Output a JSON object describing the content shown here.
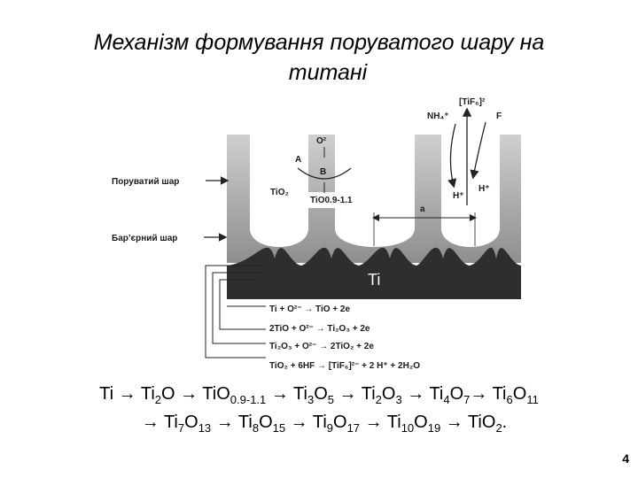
{
  "title": {
    "line1": "Механізм формування поруватого шару на",
    "line2": "титані"
  },
  "diagram": {
    "side_labels": {
      "porous_layer": "Поруватий шар",
      "barrier_layer": "Бар’єрний шар"
    },
    "labels": {
      "o2": "O²",
      "a": "A",
      "b": "B",
      "tio2": "TiO₂",
      "tio": "TiO0.9-1.1",
      "tif6": "[TiF₆]²",
      "nh4": "NH₄⁺",
      "f": "F",
      "h_plus_inner": "H⁺",
      "h_plus_outer": "H⁺",
      "a_width": "a",
      "ti": "Ti"
    },
    "reactions": [
      "Ti + O²⁻ → TiO + 2e",
      "2TiO + O²⁻ → Ti₂O₃ + 2e",
      "Ti₂O₃ + O²⁻ → 2TiO₂ + 2e",
      "TiO₂ + 6HF → [TiF₆]²⁻ + 2 H⁺ + 2H₂O"
    ]
  },
  "equation": {
    "line1": [
      {
        "t": "Ti → Ti"
      },
      {
        "s": "2"
      },
      {
        "t": "O → TiO"
      },
      {
        "s": "0.9-1.1"
      },
      {
        "t": " → Ti"
      },
      {
        "s": "3"
      },
      {
        "t": "O"
      },
      {
        "s": "5"
      },
      {
        "t": " → Ti"
      },
      {
        "s": "2"
      },
      {
        "t": "O"
      },
      {
        "s": "3"
      },
      {
        "t": " → Ti"
      },
      {
        "s": "4"
      },
      {
        "t": "O"
      },
      {
        "s": "7"
      },
      {
        "t": "→ Ti"
      },
      {
        "s": "6"
      },
      {
        "t": "O"
      },
      {
        "s": "11"
      }
    ],
    "line2": [
      {
        "t": "→ Ti"
      },
      {
        "s": "7"
      },
      {
        "t": "O"
      },
      {
        "s": "13"
      },
      {
        "t": " → Ti"
      },
      {
        "s": "8"
      },
      {
        "t": "O"
      },
      {
        "s": "15"
      },
      {
        "t": " → Ti"
      },
      {
        "s": "9"
      },
      {
        "t": "O"
      },
      {
        "s": "17"
      },
      {
        "t": " → Ti"
      },
      {
        "s": "10"
      },
      {
        "t": "O"
      },
      {
        "s": "19"
      },
      {
        "t": " → TiO"
      },
      {
        "s": "2"
      },
      {
        "t": "."
      }
    ]
  },
  "page_number": "4"
}
